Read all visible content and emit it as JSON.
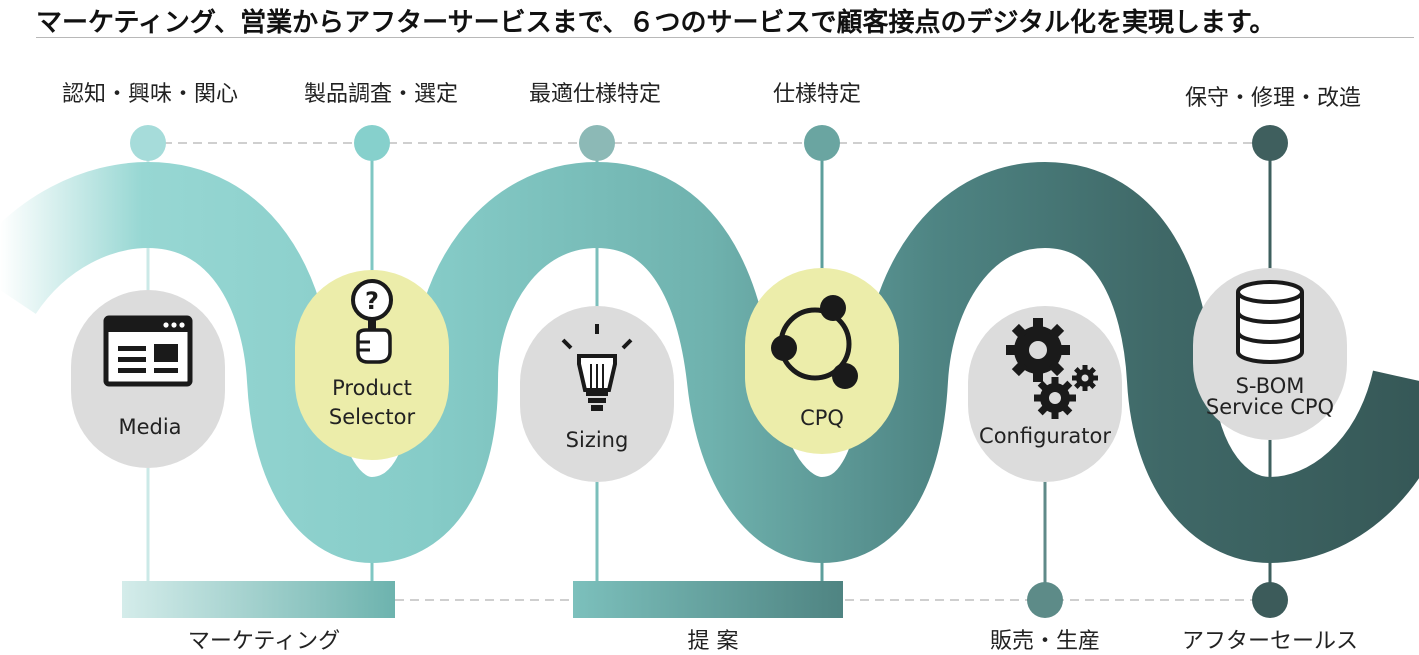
{
  "headline": "マーケティング、営業からアフターサービスまで、６つのサービスで顧客接点のデジタル化を実現します。",
  "stages": [
    "認知・興味・関心",
    "製品調査・選定",
    "最適仕様特定",
    "仕様特定",
    "保守・修理・改造"
  ],
  "tools": {
    "media": [
      "Media"
    ],
    "product_selector": [
      "Product",
      "Selector"
    ],
    "sizing": [
      "Sizing"
    ],
    "cpq": [
      "CPQ"
    ],
    "configurator": [
      "Configurator"
    ],
    "sbom": [
      "S-BOM",
      "Service CPQ"
    ]
  },
  "phases": [
    "マーケティング",
    "提 案",
    "販売・生産",
    "アフターセールス"
  ],
  "icons": {
    "media": "browser-window-icon",
    "product_selector": "magnifier-question-icon",
    "sizing": "lightbulb-icon",
    "cpq": "cycle-nodes-icon",
    "configurator": "gears-icon",
    "sbom": "database-icon"
  },
  "colors": {
    "teal_light": "#8fd3d0",
    "teal_mid": "#6db5b0",
    "teal_dark": "#3b5d5c",
    "yellow_bubble": "#ecedaa",
    "gray_bubble": "#dcdcdc"
  }
}
